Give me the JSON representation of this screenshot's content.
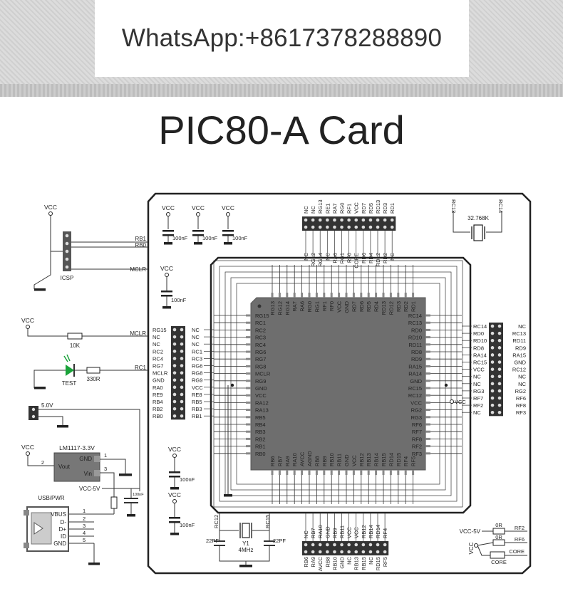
{
  "banner": {
    "contact": "WhatsApp:+8617378288890"
  },
  "title": "PIC80-A Card",
  "mcu": {
    "left_pins": [
      "RG15",
      "RC1",
      "RC2",
      "RC3",
      "RC4",
      "RG6",
      "RG7",
      "RG8",
      "MCLR",
      "RG9",
      "GND",
      "VCC",
      "RA12",
      "RA13",
      "RB5",
      "RB4",
      "RB3",
      "RB2",
      "RB1",
      "RB0"
    ],
    "right_pins": [
      "RC14",
      "RC13",
      "RD0",
      "RD10",
      "RD11",
      "RD8",
      "RD9",
      "RA15",
      "RA14",
      "GND",
      "RC15",
      "RC12",
      "VCC",
      "RG2",
      "RG3",
      "RF6",
      "RF7",
      "RF8",
      "RF2",
      "RF3"
    ],
    "top_pins": [
      "RG13",
      "RG12",
      "RG14",
      "RA7",
      "RA6",
      "RG0",
      "RG1",
      "RF1",
      "RF0",
      "VCC",
      "GND",
      "RD7",
      "RD6",
      "RD5",
      "RD4",
      "RD13",
      "RD12",
      "RD3",
      "RD2",
      "RD1"
    ],
    "bottom_pins": [
      "RB6",
      "RB7",
      "RA9",
      "RA10",
      "AVCC",
      "AGND",
      "RB8",
      "RB9",
      "RB10",
      "RB11",
      "GND",
      "VCC",
      "RB12",
      "RB13",
      "RB14",
      "RB15",
      "RD14",
      "RD15",
      "RF4",
      "RF5"
    ]
  },
  "top_header": {
    "row1": [
      "NC",
      "NC",
      "RG13",
      "RE1",
      "RA7",
      "RG0",
      "RF1",
      "VCC",
      "RD7",
      "RD5",
      "RD13",
      "RD3",
      "RD1"
    ],
    "row2": [
      "NC",
      "RG12",
      "RG14",
      "NC",
      "RA6",
      "RG1",
      "RF0",
      "CORE",
      "RD6",
      "RD4",
      "RD12",
      "RD2",
      "NC"
    ]
  },
  "bottom_header": {
    "row1": [
      "NC",
      "RB7",
      "RA10",
      "GND",
      "RB9",
      "RB11",
      "VCC",
      "VCC",
      "RB12",
      "RB14",
      "RD14",
      "RF4"
    ],
    "row2": [
      "RB6",
      "RA9",
      "AVCC",
      "RB8",
      "RB10",
      "GND",
      "NC",
      "RB13",
      "RB15",
      "NC",
      "RD15",
      "RF5"
    ]
  },
  "left_header": {
    "outer": [
      "RG15",
      "NC",
      "NC",
      "RC2",
      "RC4",
      "RG7",
      "MCLR",
      "GND",
      "RA0",
      "RE9",
      "RB4",
      "RB2",
      "RB0"
    ],
    "inner": [
      "NC",
      "NC",
      "NC",
      "RC1",
      "RC3",
      "RG6",
      "RG8",
      "RG9",
      "VCC",
      "RE8",
      "RB5",
      "RB3",
      "RB1"
    ]
  },
  "right_header": {
    "inner": [
      "RC14",
      "RD0",
      "RD10",
      "RD8",
      "RA14",
      "RC15",
      "VCC",
      "NC",
      "NC",
      "RG3",
      "RF7",
      "RF2",
      "NC"
    ],
    "outer": [
      "NC",
      "RC13",
      "RD11",
      "RD9",
      "RA15",
      "GND",
      "RC12",
      "NC",
      "NC",
      "RG2",
      "RF6",
      "RF8",
      "RF3"
    ]
  },
  "labels": {
    "vcc": "VCC",
    "cap_100nf": "100nF",
    "cap_small": "100nF",
    "crystal_32k": "32.768K",
    "rc13": "RC13",
    "rc14": "RC14",
    "icsp": "ICSP",
    "rb1": "RB1",
    "rb0": "RB0",
    "mclr": "MCLR",
    "r10k": "10K",
    "test": "TEST",
    "r330": "330R",
    "rc1": "RC1",
    "v50": "5.0V",
    "regulator": "LM1117-3.3V",
    "gnd": "GND",
    "vout": "Vout",
    "vin": "Vin",
    "pin1": "1",
    "pin2": "2",
    "pin3": "3",
    "pin4": "4",
    "pin5": "5",
    "vcc5v": "VCC-5V",
    "usb_pwr": "USB/PWR",
    "vbus": "VBUS",
    "dminus": "D-",
    "dplus": "D+",
    "id": "ID",
    "rc12": "RC12",
    "rc15": "RC15",
    "cap_22pf": "22PF",
    "y1": "Y1",
    "mhz4": "4MHz",
    "r0r": "0R",
    "rf2": "RF2",
    "rf6": "RF6",
    "core": "CORE",
    "core2": "CORE",
    "vcc_node": "VCC"
  },
  "colors": {
    "led": "#1aa33a",
    "line": "#333333",
    "chip": "#6e6e6e",
    "pin": "#888888"
  }
}
